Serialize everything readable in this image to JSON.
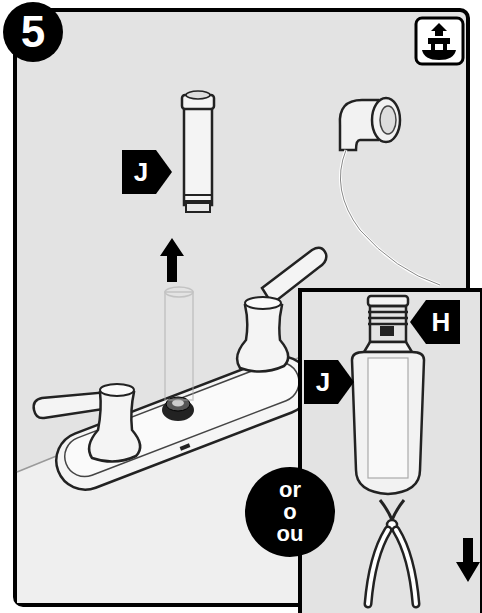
{
  "diagram": {
    "nodes": [
      {
        "text": [
          "5"
        ]
      },
      {
        "text": [
          "J"
        ]
      },
      {
        "text": [
          "H"
        ]
      },
      {
        "text": [
          "J"
        ]
      },
      {
        "text": [
          "or o ou"
        ]
      }
    ]
  }
}
